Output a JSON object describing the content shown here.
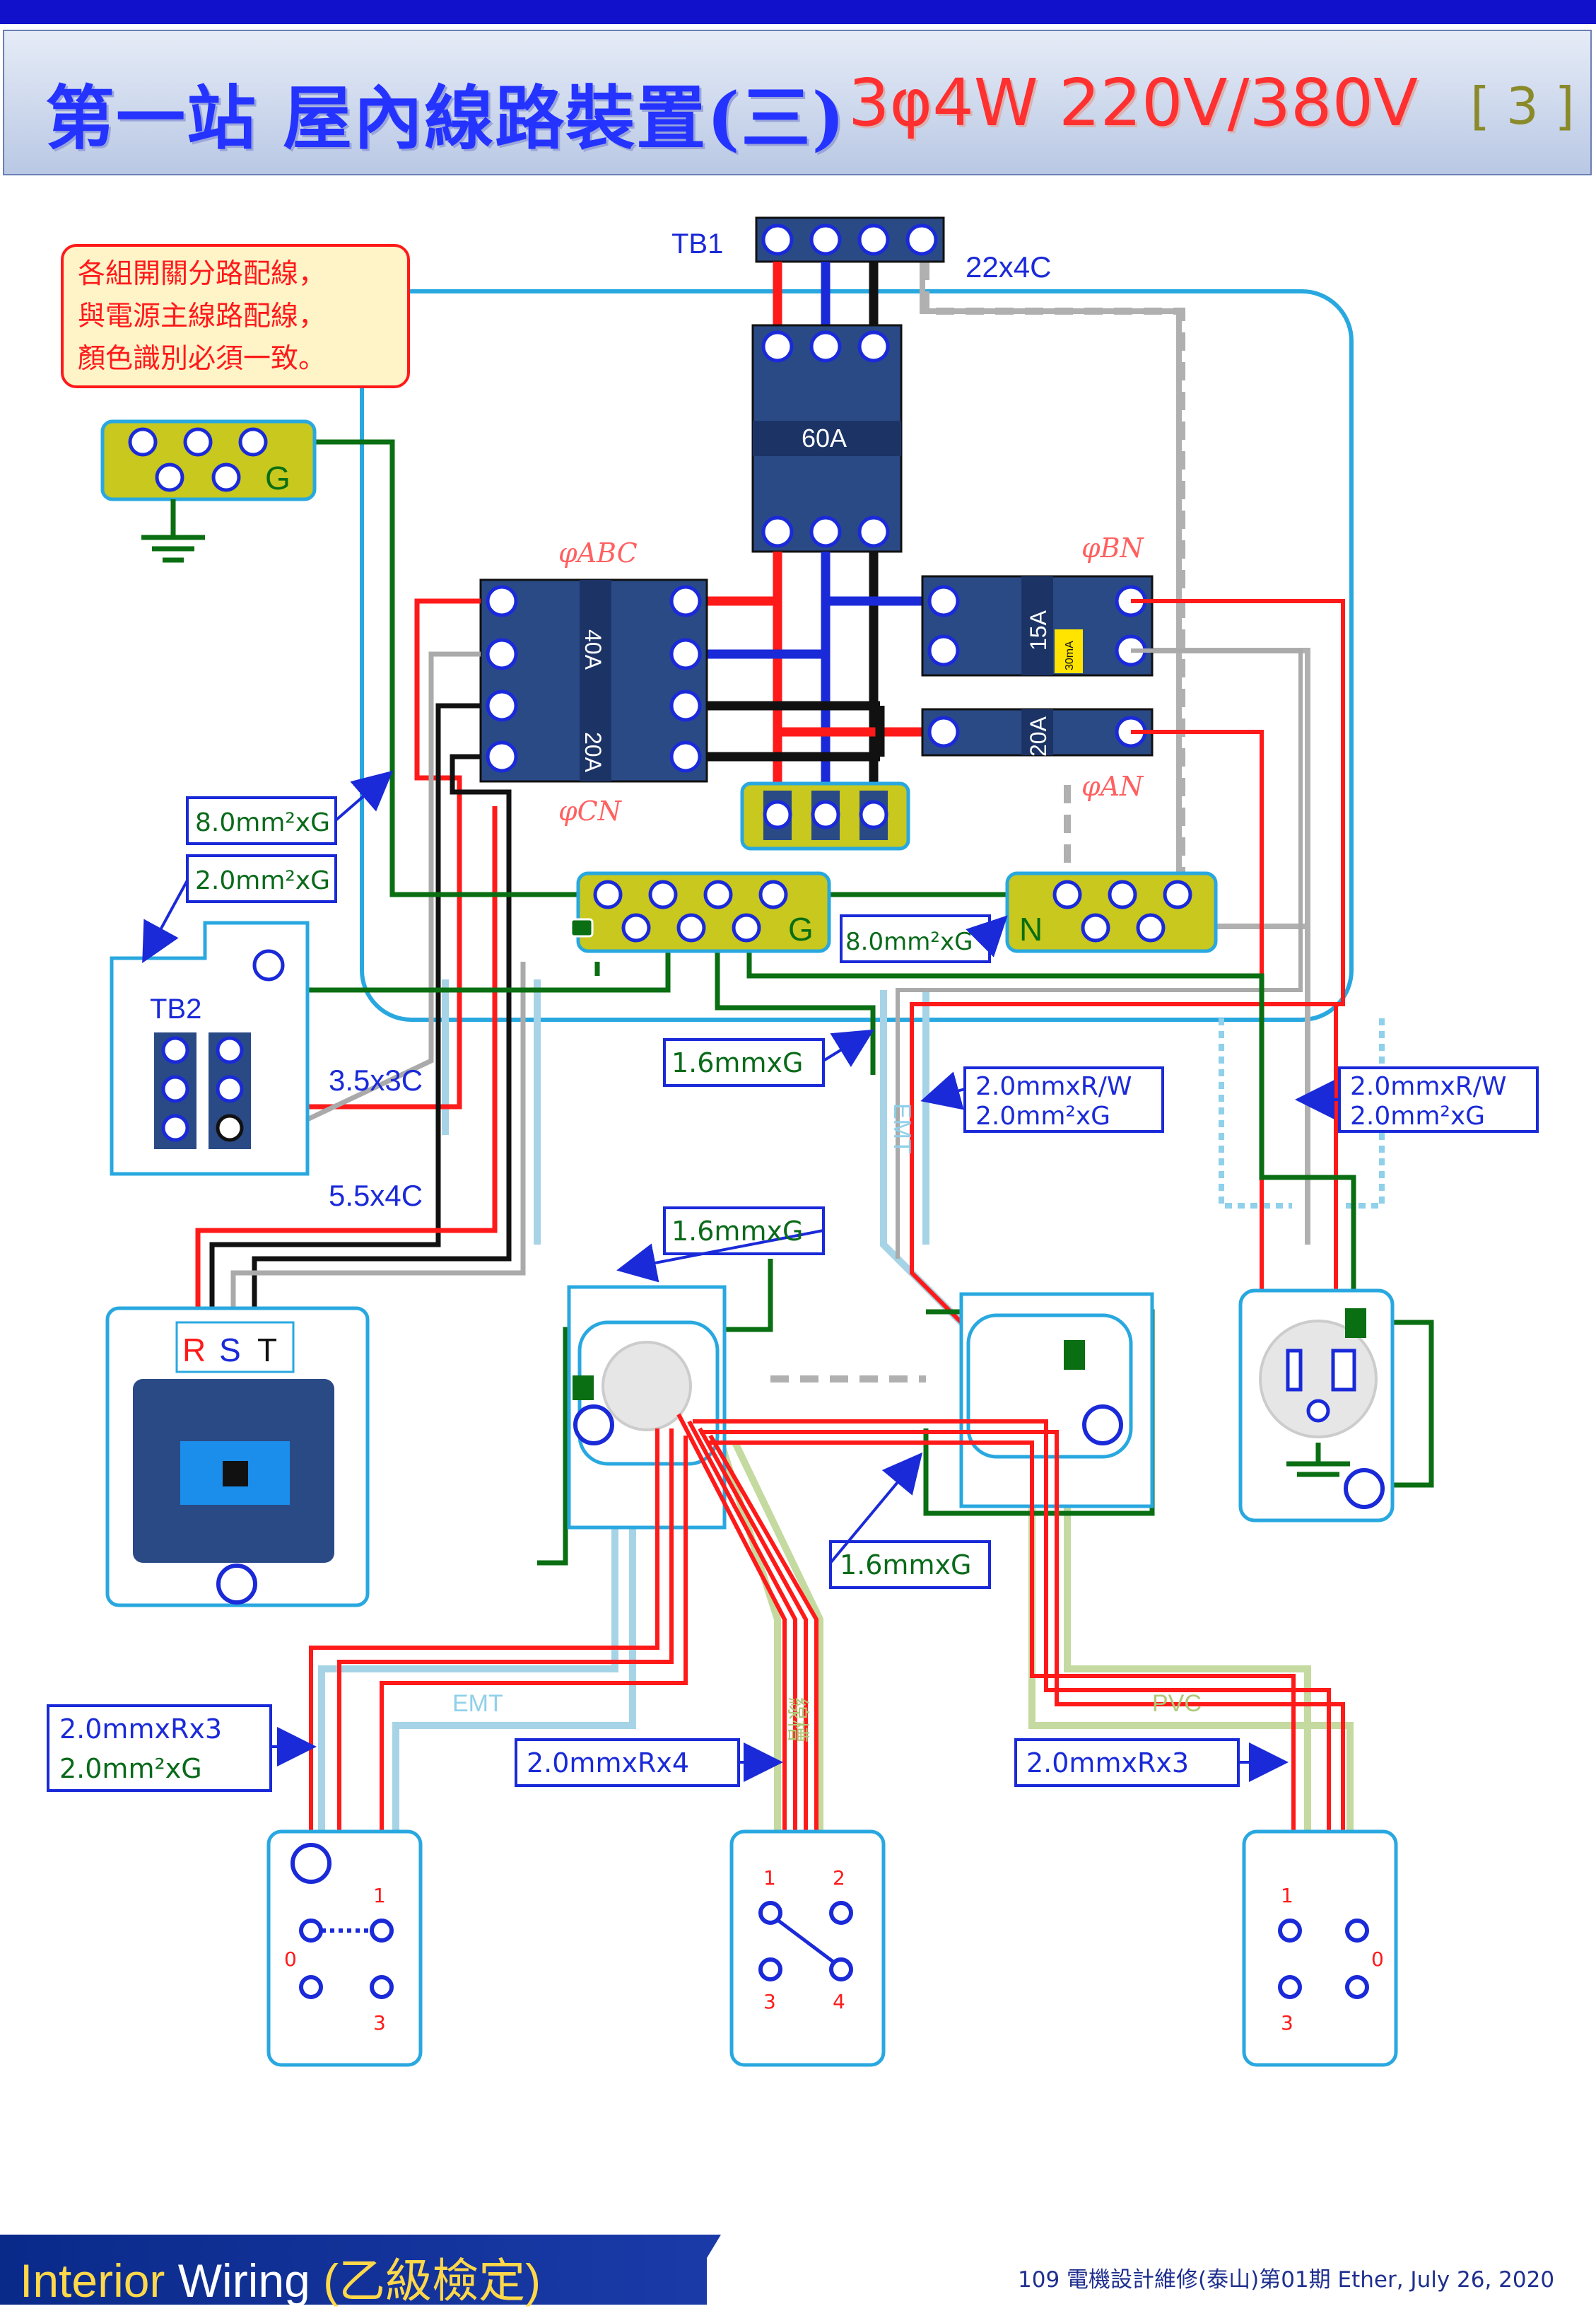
{
  "header": {
    "title_cn": "第一站 屋內線路裝置(三)",
    "title_en": "3φ4W 220V/380V",
    "page_number": "[ 3 ]"
  },
  "note": {
    "lines": [
      "各組開關分路配線，",
      "與電源主線路配線，",
      "顏色識別必須一致。"
    ]
  },
  "labels": {
    "tb1": "TB1",
    "tb2": "TB2",
    "cable_22x4c": "22x4C",
    "breaker_60a": "60A",
    "breaker_40a": "40A",
    "breaker_20a": "20A",
    "breaker_15a": "15A",
    "breaker_30ma": "30mA",
    "breaker_20a_an": "20A",
    "phase_abc": "φABC",
    "phase_cn": "φCN",
    "phase_bn": "φBN",
    "phase_an": "φAN",
    "ground_bar": "G",
    "ground_bar_2": "G",
    "neutral_bar": "N",
    "rst": [
      "R",
      "S",
      "T"
    ],
    "emt_1": "EMT",
    "emt_2": "EMT",
    "pvc": "PVC",
    "flexible": "線槽"
  },
  "callouts": {
    "c_8mm_left": "8.0mm²xG",
    "c_2mm_tb2": "2.0mm²xG",
    "c_3_5x3c": "3.5x3C",
    "c_5_5x4c": "5.5x4C",
    "c_1_6_top": "1.6mmxG",
    "c_1_6_box": "1.6mmxG",
    "c_1_6_bottom": "1.6mmxG",
    "c_8mm_right": "8.0mm²xG",
    "c_rw_mid_1": "2.0mmxR/W",
    "c_rw_mid_2": "2.0mm²xG",
    "c_rw_right_1": "2.0mmxR/W",
    "c_rw_right_2": "2.0mm²xG",
    "c_rx3_left_1": "2.0mmxRx3",
    "c_rx3_left_2": "2.0mm²xG",
    "c_rx4": "2.0mmxRx4",
    "c_rx3_right": "2.0mmxRx3"
  },
  "switch_terminals": {
    "left": [
      "1",
      "0",
      "3"
    ],
    "middle": [
      "1",
      "2",
      "3",
      "4"
    ],
    "right": [
      "1",
      "0",
      "3"
    ]
  },
  "footer": {
    "left_a": "Interior",
    "left_b": "Wiring",
    "left_c": "(乙級檢定)",
    "right": "109 電機設計維修(泰山)第01期 Ether, July 26, 2020"
  },
  "colors": {
    "wire_red": "#ff1a1a",
    "wire_blue": "#1a2ad8",
    "wire_black": "#111111",
    "wire_green": "#0a6e12",
    "wire_gray": "#aaaaaa",
    "box_outline": "#29a8e0",
    "breaker_fill": "#2a4a86",
    "bar_fill": "#c8c81e",
    "callout_text": "#0a6a1a",
    "callout_border": "#1a2ad8"
  }
}
